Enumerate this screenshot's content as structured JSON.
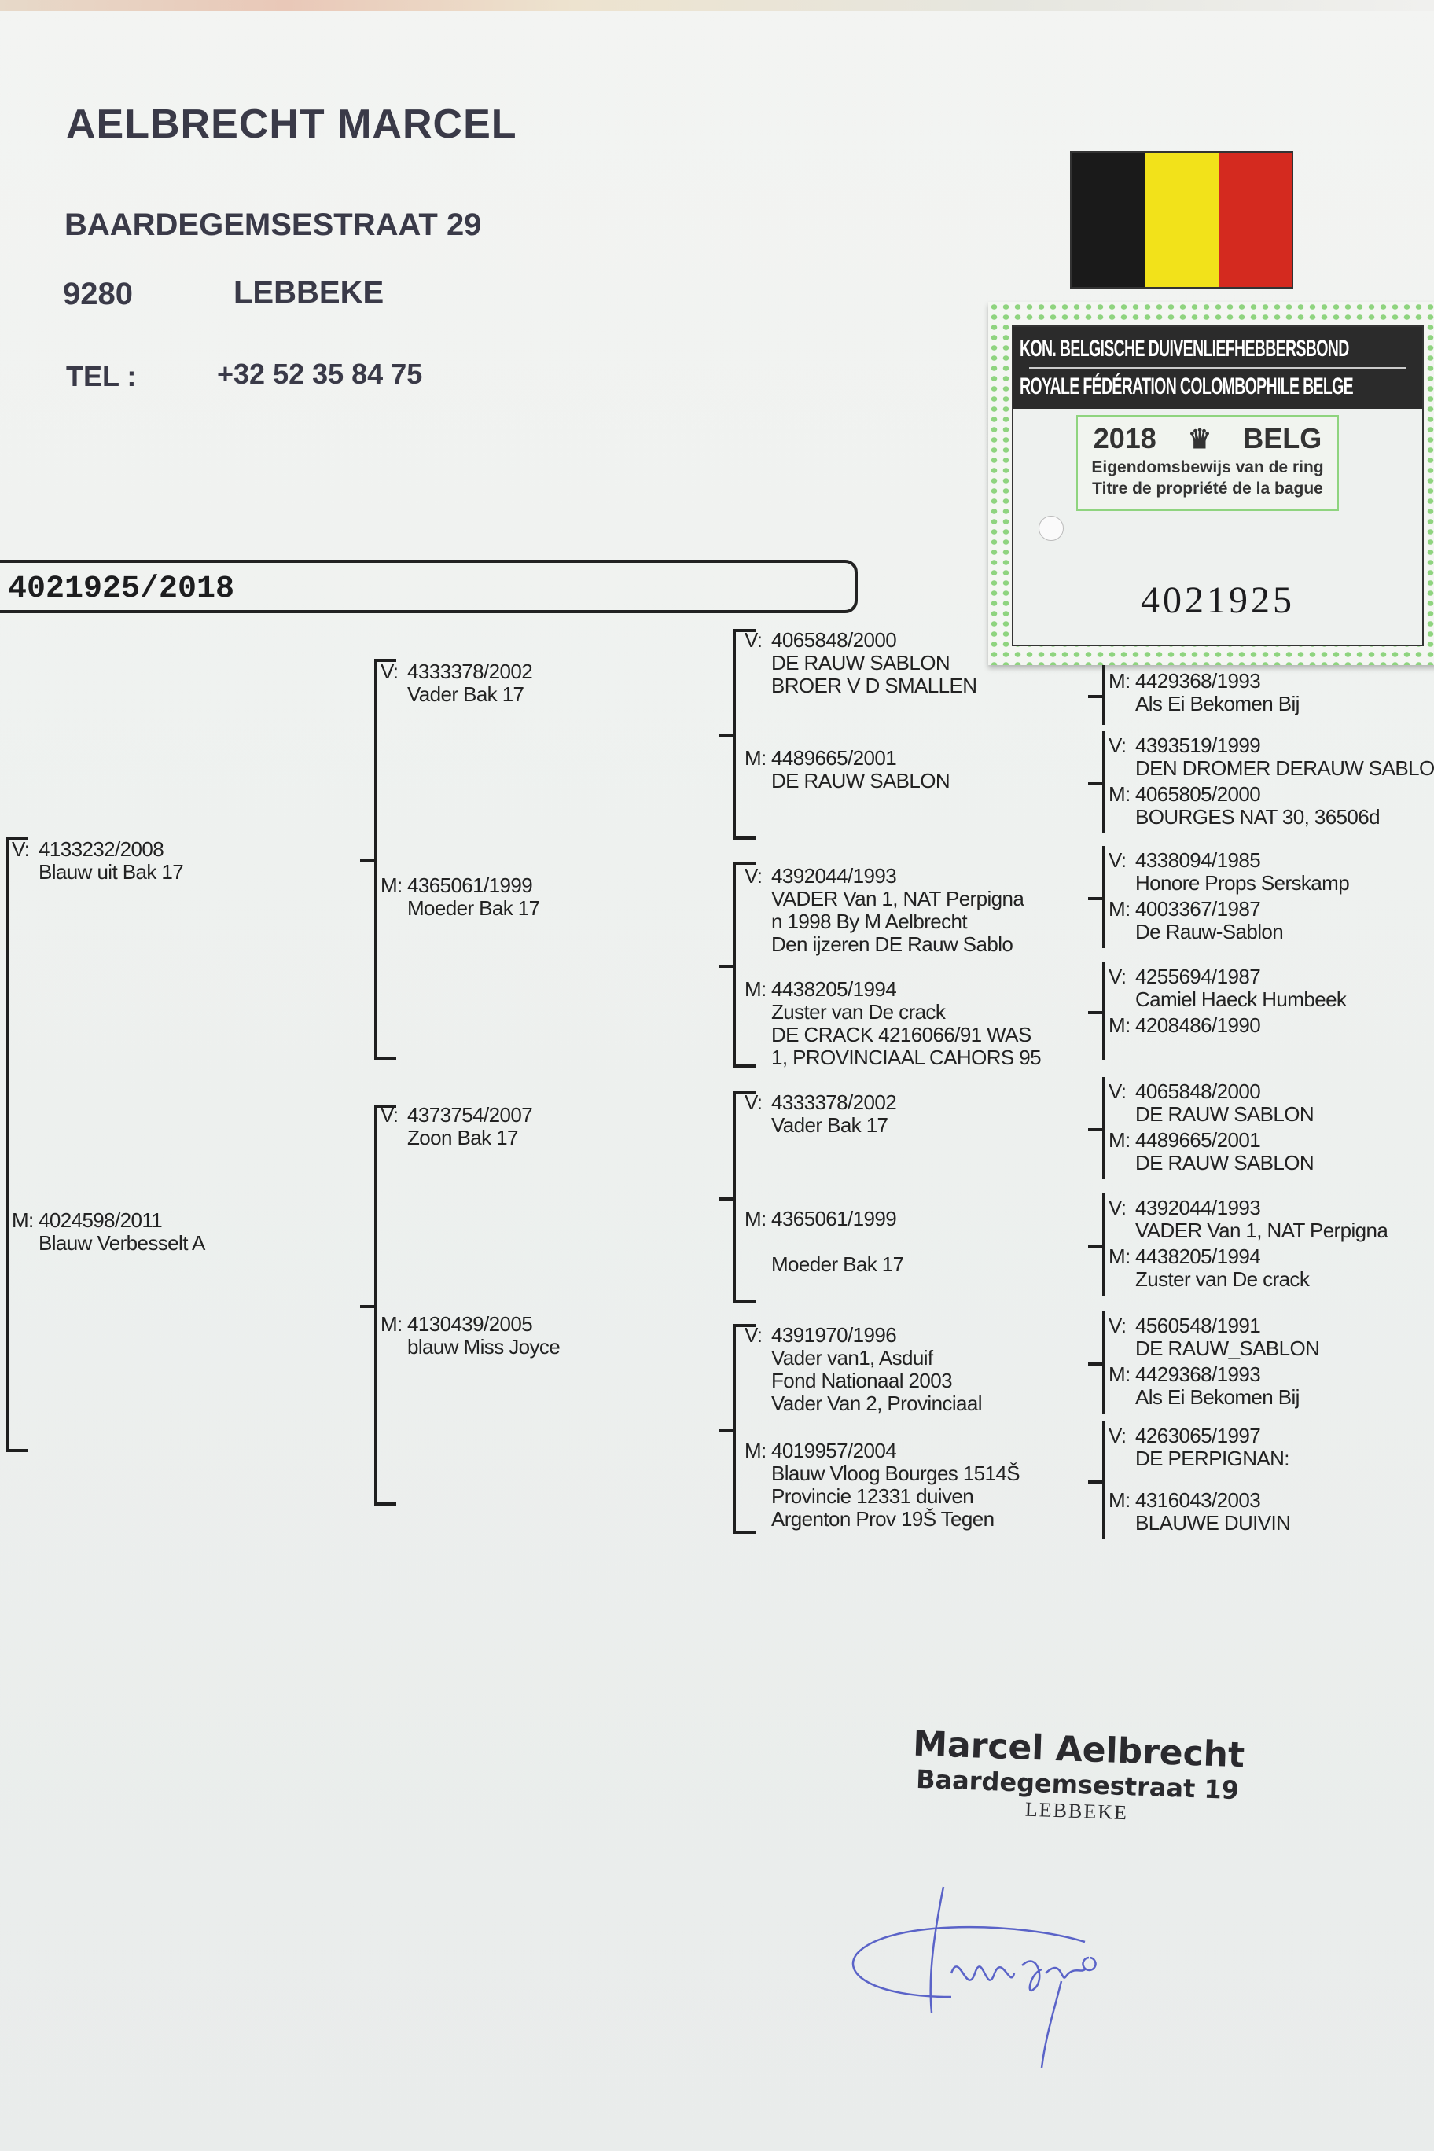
{
  "owner": {
    "name": "AELBRECHT MARCEL",
    "street": "BAARDEGEMSESTRAAT 29",
    "postal": "9280",
    "city": "LEBBEKE",
    "tel_label": "TEL :",
    "tel": "+32 52 35 84 75"
  },
  "flag_colors": [
    "#1a1a1a",
    "#f2e21a",
    "#d42a1f"
  ],
  "card": {
    "line1": "KON. BELGISCHE DUIVENLIEFHEBBERSBOND",
    "line2": "ROYALE FÉDÉRATION COLOMBOPHILE BELGE",
    "year": "2018",
    "country": "BELG",
    "text1": "Eigendomsbewijs van de ring",
    "text2": "Titre de propriété de la bague",
    "number": "4021925"
  },
  "ring": "4021925/2018",
  "pedigree": {
    "parents": [
      {
        "label": "V:",
        "lines": [
          "4133232/2008",
          "Blauw uit Bak 17"
        ]
      },
      {
        "label": "M:",
        "lines": [
          "4024598/2011",
          "Blauw Verbesselt A"
        ]
      }
    ],
    "grandparents": [
      {
        "label": "V:",
        "lines": [
          "4333378/2002",
          "Vader Bak 17"
        ]
      },
      {
        "label": "M:",
        "lines": [
          "4365061/1999",
          "Moeder Bak 17"
        ]
      },
      {
        "label": "V:",
        "lines": [
          "4373754/2007",
          "Zoon Bak 17"
        ]
      },
      {
        "label": "M:",
        "lines": [
          "4130439/2005",
          "blauw Miss Joyce"
        ]
      }
    ],
    "great_grandparents": [
      {
        "label": "V:",
        "lines": [
          "4065848/2000",
          "DE RAUW SABLON",
          "BROER V D SMALLEN"
        ]
      },
      {
        "label": "M:",
        "lines": [
          "4489665/2001",
          "DE RAUW SABLON"
        ]
      },
      {
        "label": "V:",
        "lines": [
          "4392044/1993",
          "VADER Van 1, NAT Perpigna",
          "n 1998 By M Aelbrecht",
          "Den ijzeren DE Rauw Sablo"
        ]
      },
      {
        "label": "M:",
        "lines": [
          "4438205/1994",
          "Zuster van De crack",
          "DE CRACK 4216066/91 WAS",
          "1, PROVINCIAAL CAHORS 95"
        ]
      },
      {
        "label": "V:",
        "lines": [
          "4333378/2002",
          "Vader Bak 17"
        ]
      },
      {
        "label": "M:",
        "lines": [
          "4365061/1999",
          "",
          "Moeder Bak 17"
        ]
      },
      {
        "label": "V:",
        "lines": [
          "4391970/1996",
          "Vader van1, Asduif",
          "Fond Nationaal 2003",
          "Vader Van 2, Provinciaal"
        ]
      },
      {
        "label": "M:",
        "lines": [
          "4019957/2004",
          "Blauw Vloog Bourges 1514Š",
          "Provincie 12331 duiven",
          "Argenton Prov 19Š Tegen"
        ]
      }
    ],
    "great_great_grandparents": [
      {
        "label": "M:",
        "lines": [
          "4429368/1993",
          "Als Ei Bekomen Bij"
        ]
      },
      {
        "label": "V:",
        "lines": [
          "4393519/1999",
          "DEN DROMER DERAUW SABLON"
        ]
      },
      {
        "label": "M:",
        "lines": [
          "4065805/2000",
          "BOURGES NAT 30, 36506d"
        ]
      },
      {
        "label": "V:",
        "lines": [
          "4338094/1985",
          "Honore Props Serskamp"
        ]
      },
      {
        "label": "M:",
        "lines": [
          "4003367/1987",
          "De Rauw-Sablon"
        ]
      },
      {
        "label": "V:",
        "lines": [
          "4255694/1987",
          "Camiel Haeck Humbeek"
        ]
      },
      {
        "label": "M:",
        "lines": [
          "4208486/1990"
        ]
      },
      {
        "label": "V:",
        "lines": [
          "4065848/2000",
          "DE RAUW SABLON"
        ]
      },
      {
        "label": "M:",
        "lines": [
          "4489665/2001",
          "DE RAUW SABLON"
        ]
      },
      {
        "label": "V:",
        "lines": [
          "4392044/1993",
          "VADER Van 1, NAT Perpigna"
        ]
      },
      {
        "label": "M:",
        "lines": [
          "4438205/1994",
          "Zuster van De crack"
        ]
      },
      {
        "label": "V:",
        "lines": [
          "4560548/1991",
          "DE RAUW_SABLON"
        ]
      },
      {
        "label": "M:",
        "lines": [
          "4429368/1993",
          "Als Ei Bekomen Bij"
        ]
      },
      {
        "label": "V:",
        "lines": [
          "4263065/1997",
          "DE PERPIGNAN:"
        ]
      },
      {
        "label": "M:",
        "lines": [
          "4316043/2003",
          "BLAUWE DUIVIN"
        ]
      }
    ]
  },
  "stamp": {
    "line1": "Marcel Aelbrecht",
    "line2": "Baardegemsestraat 19",
    "line3": "LEBBEKE"
  }
}
